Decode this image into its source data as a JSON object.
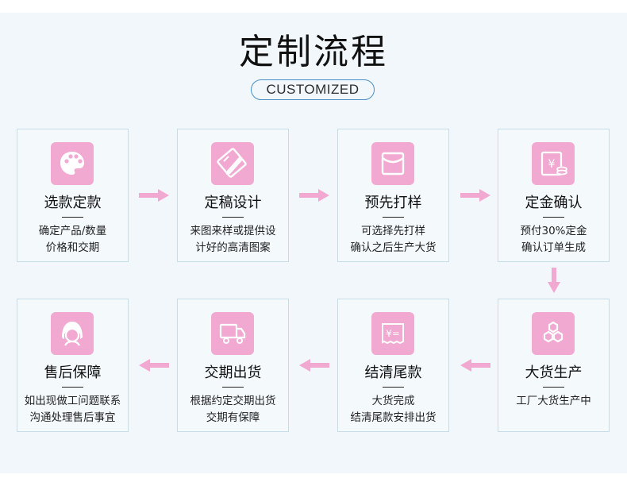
{
  "header": {
    "title": "定制流程",
    "subtitle": "CUSTOMIZED"
  },
  "colors": {
    "background": "#f1f7fb",
    "card_border": "#c7dceb",
    "icon_background": "#f1a9d2",
    "arrow": "#f1a9d2",
    "subtitle_border": "#4b8fc5"
  },
  "steps": [
    {
      "icon": "palette-icon",
      "title": "选款定款",
      "desc": [
        "确定产品/数量",
        "价格和交期"
      ]
    },
    {
      "icon": "design-icon",
      "title": "定稿设计",
      "desc": [
        "来图来样或提供设",
        "计好的高清图案"
      ]
    },
    {
      "icon": "sample-icon",
      "title": "预先打样",
      "desc": [
        "可选择先打样",
        "确认之后生产大货"
      ]
    },
    {
      "icon": "deposit-icon",
      "title": "定金确认",
      "desc": [
        "预付30%定金",
        "确认订单生成"
      ]
    },
    {
      "icon": "production-icon",
      "title": "大货生产",
      "desc": [
        "工厂大货生产中"
      ]
    },
    {
      "icon": "payment-icon",
      "title": "结清尾款",
      "desc": [
        "大货完成",
        "结清尾款安排出货"
      ]
    },
    {
      "icon": "delivery-icon",
      "title": "交期出货",
      "desc": [
        "根据约定交期出货",
        "交期有保障"
      ]
    },
    {
      "icon": "support-icon",
      "title": "售后保障",
      "desc": [
        "如出现做工问题联系",
        "沟通处理售后事宜"
      ]
    }
  ]
}
